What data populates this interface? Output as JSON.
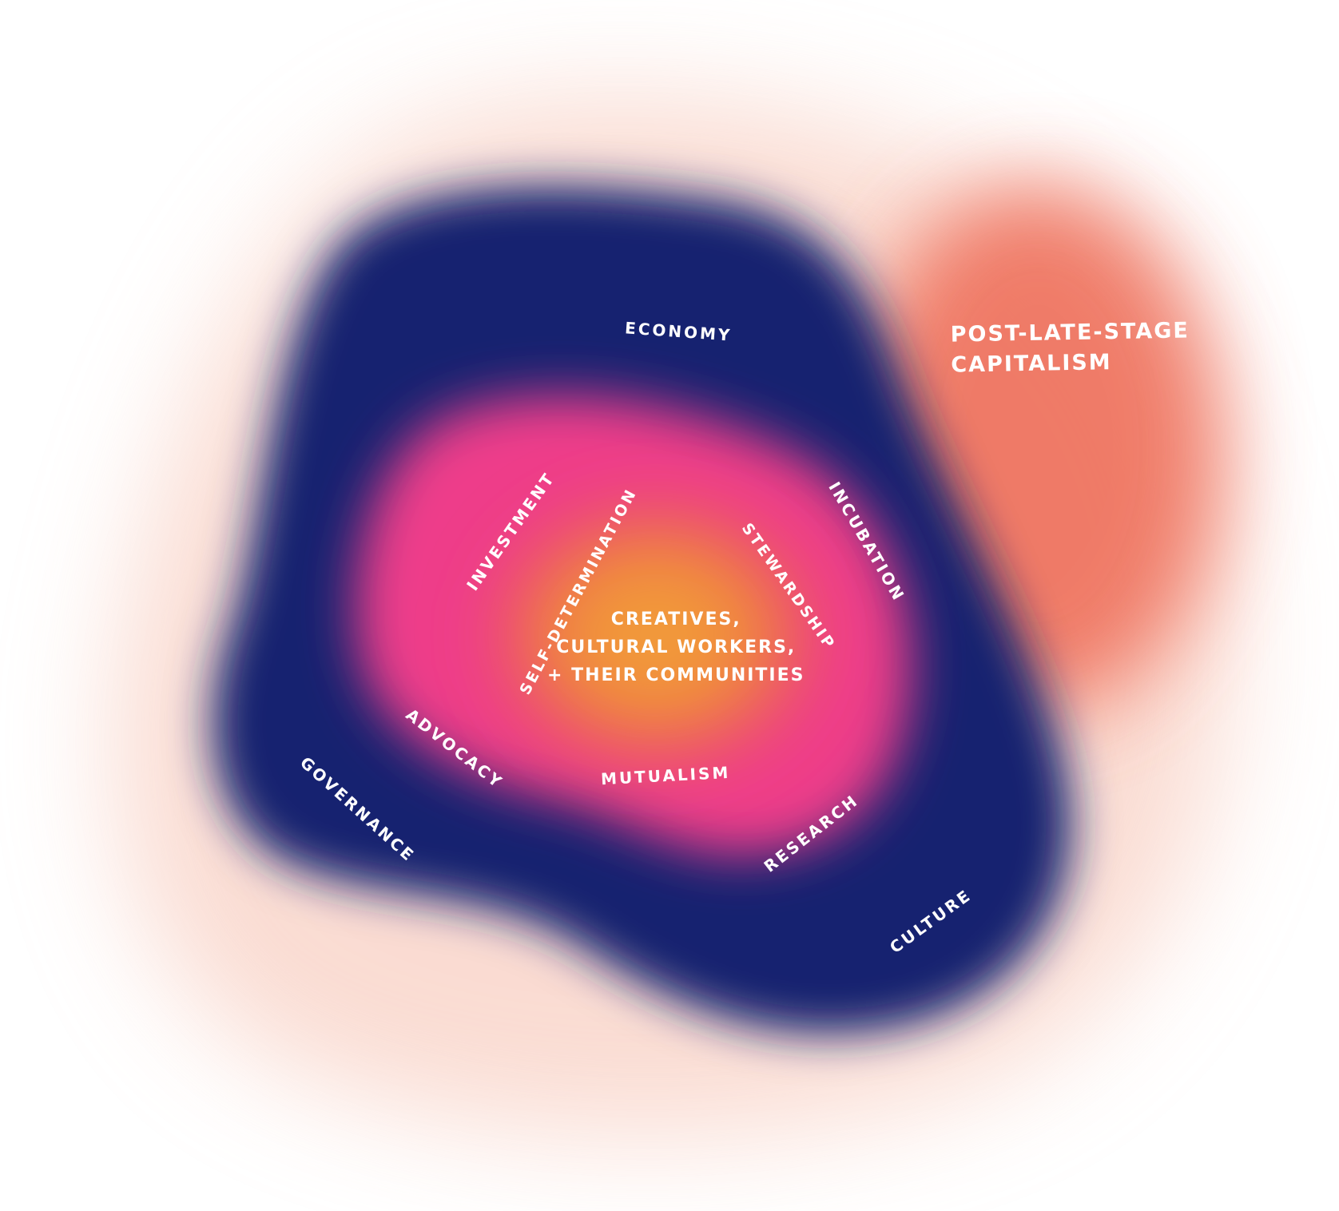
{
  "diagram": {
    "outer_label": [
      "POST-LATE-STAGE",
      "CAPITALISM"
    ],
    "center_label": [
      "CREATIVES,",
      "CULTURAL WORKERS,",
      "+ THEIR COMMUNITIES"
    ],
    "outer_ring": {
      "economy": "ECONOMY",
      "governance": "GOVERNANCE",
      "culture": "CULTURE"
    },
    "middle_ring": {
      "investment": "INVESTMENT",
      "incubation": "INCUBATION",
      "advocacy": "ADVOCACY",
      "research": "RESEARCH"
    },
    "inner_ring": {
      "self_determination": "SELF-DETERMINATION",
      "stewardship": "STEWARDSHIP",
      "mutualism": "MUTUALISM"
    },
    "colors": {
      "background": "#ffffff",
      "outer_haze": "#f0826a",
      "navy": "#16206f",
      "pink": "#ee3d8a",
      "orange": "#f2a03b",
      "text": "#ffffff"
    }
  }
}
